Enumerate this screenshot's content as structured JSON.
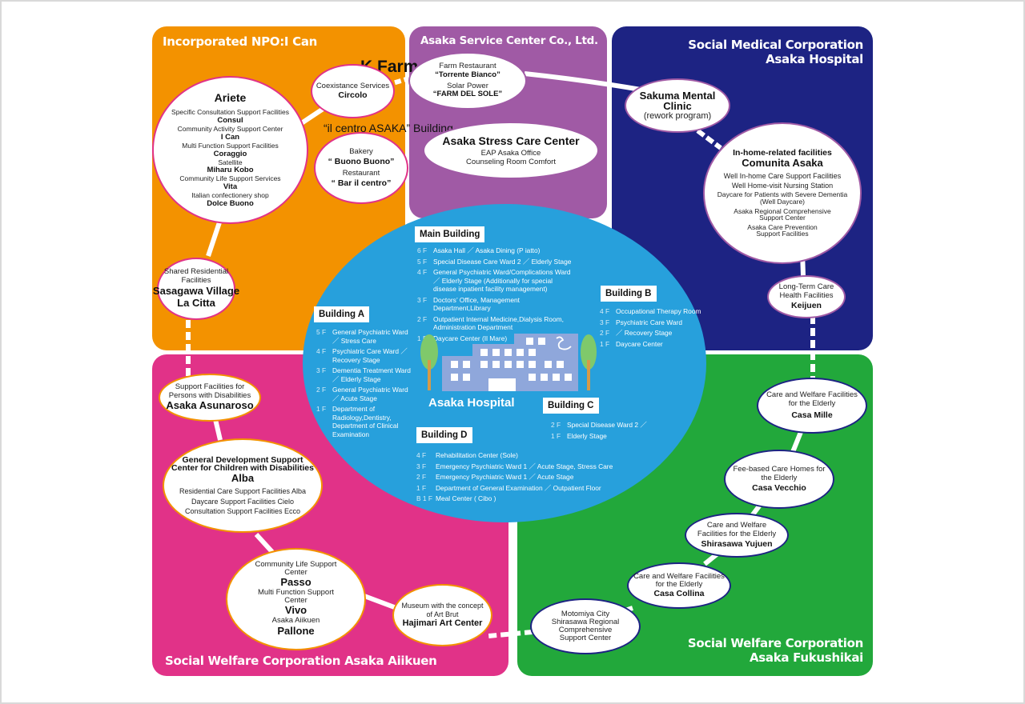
{
  "panels": {
    "npo": {
      "title": "Incorporated NPO:I Can",
      "color": "#f39200"
    },
    "service": {
      "title": "Asaka Service Center Co., Ltd.",
      "color": "#a05aa5"
    },
    "medical": {
      "title_line1": "Social Medical Corporation",
      "title_line2": "Asaka Hospital",
      "color": "#1d2383"
    },
    "aiikuen": {
      "title": "Social Welfare Corporation  Asaka Aiikuen",
      "color": "#e13288"
    },
    "fukushikai": {
      "title_line1": "Social Welfare Corporation",
      "title_line2": "Asaka Fukushikai",
      "color": "#22a83b"
    }
  },
  "labels": {
    "k_farm": "K Farm",
    "il_centro": "“il centro ASAKA” Building"
  },
  "bubbles": {
    "ariete": {
      "title": "Ariete",
      "items": [
        {
          "type": "Specific Consultation Support Facilities",
          "name": "Consul"
        },
        {
          "type": "Community Activity Support Center",
          "name": "I  Can"
        },
        {
          "type": "Multi Function Support Facilities",
          "name": "Coraggio"
        },
        {
          "type": "Satellite",
          "name": "Miharu Kobo"
        },
        {
          "type": "Community Life Support Services",
          "name": "Vita"
        },
        {
          "type": "Italian confectionery shop",
          "name": "Dolce Buono"
        }
      ]
    },
    "circolo": {
      "type": "Coexistance Services",
      "name": "Circolo"
    },
    "bakery": {
      "type1": "Bakery",
      "name1": "“ Buono Buono”",
      "type2": "Restaurant",
      "name2": "“ Bar il centro”"
    },
    "farm_restaurant": {
      "type1": "Farm Restaurant",
      "name1": "“Torrente Bianco”",
      "type2": "Solar Power",
      "name2": "“FARM  DEL SOLE”"
    },
    "stress_care": {
      "name": "Asaka Stress Care Center",
      "line1": "EAP Asaka Office",
      "line2": "Counseling Room Comfort"
    },
    "sakuma": {
      "name_line1": "Sakuma Mental",
      "name_line2": "Clinic",
      "sub": "(rework program)"
    },
    "comunita": {
      "header": "In-home-related facilities",
      "name": "Comunita Asaka",
      "items": [
        "Well In-home Care Support Facilities",
        "Well Home-visit Nursing Station",
        "Daycare for Patients with Severe Dementia",
        "(Well Daycare)",
        "Asaka Regional Comprehensive",
        "Support Center",
        "Asaka Care Prevention",
        "Support Facilities"
      ]
    },
    "keijuen": {
      "type_line1": "Long-Term Care",
      "type_line2": "Health Facilities",
      "name": "Keijuen"
    },
    "sasagawa": {
      "type_line1": "Shared Residential",
      "type_line2": "Facilities",
      "name_line1": "Sasagawa Village",
      "name_line2": "La Citta"
    },
    "asunaroso": {
      "type_line1": "Support Facilities for",
      "type_line2": "Persons with Disabilities",
      "name": "Asaka Asunaroso"
    },
    "alba": {
      "header_line1": "General Development Support",
      "header_line2": "Center for Children with Disabilities",
      "name": "Alba",
      "items": [
        "Residential Care Support Facilities Alba",
        "Daycare Support Facilities Cielo",
        "Consultation Support Facilities Ecco"
      ]
    },
    "passo": {
      "type1_line1": "Community Life Support",
      "type1_line2": "Center",
      "name1": "Passo",
      "type2_line1": "Multi Function Support",
      "type2_line2": "Center",
      "name2": "Vivo",
      "type3": "Asaka Aiikuen",
      "name3": "Pallone"
    },
    "hajimari": {
      "type_line1": "Museum with the concept",
      "type_line2": "of Art Brut",
      "name": "Hajimari Art Center"
    },
    "casa_mille": {
      "type_line1": "Care and Welfare Facilities",
      "type_line2": "for the Elderly",
      "name": "Casa Mille"
    },
    "casa_vecchio": {
      "type_line1": "Fee-based Care Homes for",
      "type_line2": "the Elderly",
      "name": "Casa Vecchio"
    },
    "shirasawa_yujuen": {
      "type_line1": "Care and Welfare",
      "type_line2": "Facilities for the Elderly",
      "name": "Shirasawa Yujuen"
    },
    "casa_collina": {
      "type_line1": "Care and Welfare Facilities",
      "type_line2": "for the Elderly",
      "name": "Casa Collina"
    },
    "motomiya": {
      "line1": "Motomiya City",
      "line2": "Shirasawa Regional",
      "line3": "Comprehensive",
      "line4": "Support Center"
    }
  },
  "hospital": {
    "name": "Asaka Hospital",
    "color": "#27a0dc",
    "main_building": {
      "label": "Main Building",
      "floors": [
        {
          "floor": "6 F",
          "desc": "Asaka Hall ／ Asaka Dining (P iatto)"
        },
        {
          "floor": "5 F",
          "desc": "Special Disease Care Ward 2 ／ Elderly Stage"
        },
        {
          "floor": "4 F",
          "desc": "General Psychiatric Ward/Complications Ward ／ Elderly Stage (Additionally for special disease inpatient facility  management)"
        },
        {
          "floor": "3 F",
          "desc": "Doctors’ Office, Management Department,Library"
        },
        {
          "floor": "2 F",
          "desc": "Outpatient Internal Medicine,Dialysis  Room, Administration Department"
        },
        {
          "floor": "1 F",
          "desc": "Daycare Center  (Il Mare)"
        }
      ]
    },
    "building_a": {
      "label": "Building A",
      "floors": [
        {
          "floor": "5 F",
          "desc": "General Psychiatric Ward ／ Stress Care"
        },
        {
          "floor": "4 F",
          "desc": "Psychiatric Care Ward ／ Recovery Stage"
        },
        {
          "floor": "3 F",
          "desc": "Dementia Treatment Ward ／ Elderly Stage"
        },
        {
          "floor": "2 F",
          "desc": "General Psychiatric Ward ／ Acute Stage"
        },
        {
          "floor": "1 F",
          "desc": "Department of Radiology,Dentistry, Department of Clinical Examination"
        }
      ]
    },
    "building_b": {
      "label": "Building B",
      "floors": [
        {
          "floor": "4 F",
          "desc": "Occupational Therapy Room"
        },
        {
          "floor": "3 F",
          "desc": "Psychiatric Care Ward"
        },
        {
          "floor": "2 F",
          "desc": "／ Recovery Stage"
        },
        {
          "floor": "1 F",
          "desc": "Daycare Center"
        }
      ]
    },
    "building_c": {
      "label": "Building C",
      "floors": [
        {
          "floor": "2 F",
          "desc": "Special Disease Ward 2 ／"
        },
        {
          "floor": "1 F",
          "desc": "Elderly Stage"
        }
      ]
    },
    "building_d": {
      "label": "Building D",
      "floors": [
        {
          "floor": "4 F",
          "desc": "Rehabilitation  Center  (Sole)"
        },
        {
          "floor": "3 F",
          "desc": "Emergency Psychiatric Ward 1 ／ Acute Stage, Stress Care"
        },
        {
          "floor": "2 F",
          "desc": "Emergency Psychiatric Ward 1 ／ Acute  Stage"
        },
        {
          "floor": "1 F",
          "desc": "Department of General  Examination ／ Outpatient  Floor"
        },
        {
          "floor": "B 1 F",
          "desc": "Meal Center ( Cibo )"
        }
      ]
    }
  }
}
